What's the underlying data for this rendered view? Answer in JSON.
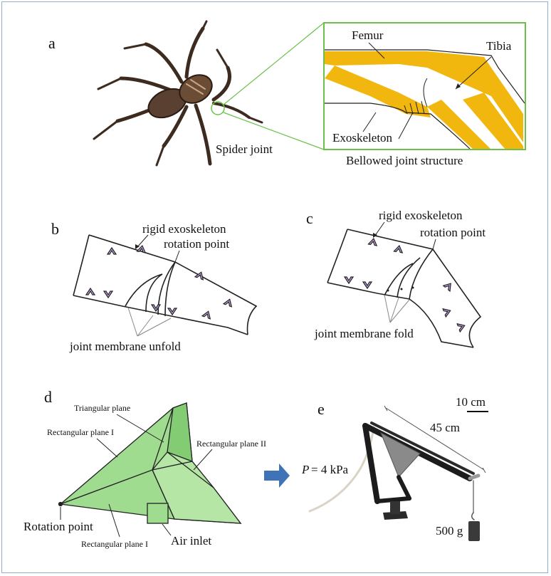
{
  "panels": {
    "a": {
      "letter": "a",
      "spider_caption": "Spider joint",
      "femur": "Femur",
      "tibia": "Tibia",
      "exoskeleton": "Exoskeleton",
      "bellowed": "Bellowed joint structure"
    },
    "b": {
      "letter": "b",
      "rigid": "rigid exoskeleton",
      "rotation": "rotation point",
      "membrane": "joint membrane unfold"
    },
    "c": {
      "letter": "c",
      "rigid": "rigid exoskeleton",
      "rotation": "rotation point",
      "membrane": "joint membrane fold"
    },
    "d": {
      "letter": "d",
      "triangular": "Triangular plane",
      "rect1_top": "Rectangular plane I",
      "rect2": "Rectangular plane II",
      "rotation": "Rotation point",
      "rect1_bottom": "Rectangular plane I",
      "air_inlet": "Air inlet"
    },
    "e": {
      "letter": "e",
      "scale": "10 cm",
      "length": "45 cm",
      "pressure_var": "P",
      "pressure_val": " = 4 kPa",
      "mass": "500 g"
    }
  },
  "colors": {
    "exoskeleton_yellow": "#f2b70f",
    "actuator_green": "#9fdc8f",
    "arrow_blue": "#3f73b8",
    "zoom_box": "#6cc04a",
    "chevron_fill": "#c9a6e6"
  }
}
